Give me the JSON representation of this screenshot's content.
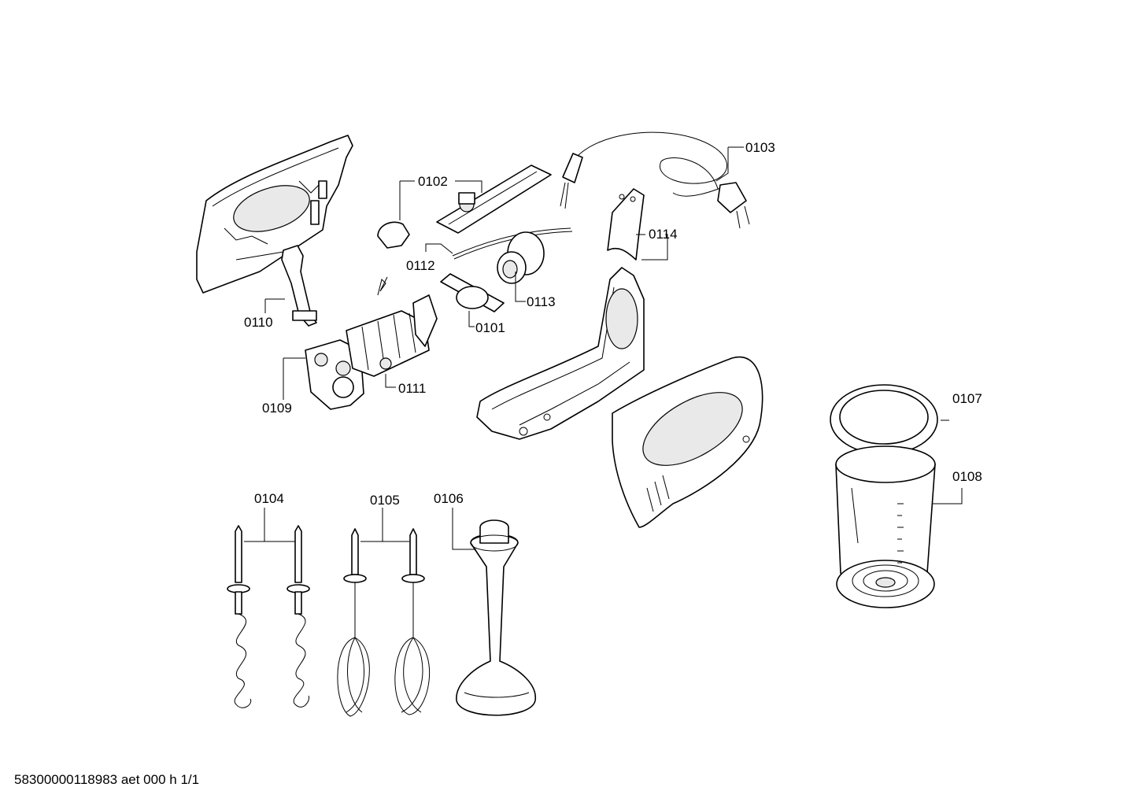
{
  "labels": {
    "p0101": "0101",
    "p0102": "0102",
    "p0103": "0103",
    "p0104": "0104",
    "p0105": "0105",
    "p0106": "0106",
    "p0107": "0107",
    "p0108": "0108",
    "p0109": "0109",
    "p0110": "0110",
    "p0111": "0111",
    "p0112": "0112",
    "p0113": "0113",
    "p0114": "0114"
  },
  "footer": "58300000118983 aet 000 h 1/1"
}
